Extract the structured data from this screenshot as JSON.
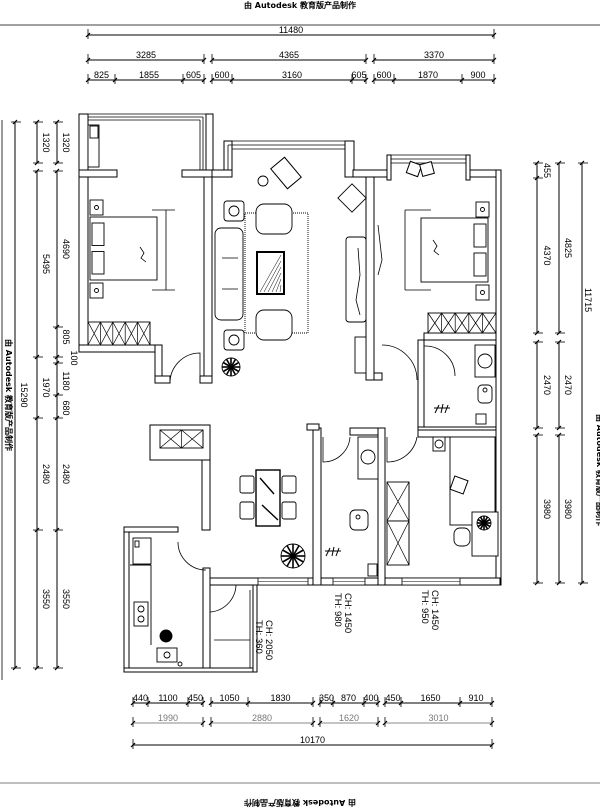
{
  "watermark": "由 Autodesk 教育版产品制作",
  "dims": {
    "top": {
      "total": "11480",
      "mid": [
        "3285",
        "4365",
        "3370"
      ],
      "detail": [
        "825",
        "1855",
        "605",
        "600",
        "3160",
        "605",
        "600",
        "1870",
        "900"
      ]
    },
    "bottom": {
      "detail": [
        "440",
        "1100",
        "450",
        "1050",
        "1830",
        "350",
        "870",
        "400",
        "450",
        "1650",
        "910"
      ],
      "mid": [
        "1990",
        "2880",
        "1620",
        "3010"
      ],
      "total": "10170"
    },
    "left": {
      "inner": [
        "1320",
        "4690",
        "805",
        "100",
        "1180",
        "680",
        "2480",
        "3550"
      ],
      "outer": [
        "1320",
        "5495",
        "1970",
        "2480",
        "3550"
      ],
      "total": "15290"
    },
    "right": {
      "inner": [
        "455",
        "4370",
        "2470",
        "3980"
      ],
      "outer": [
        "4825",
        "2470",
        "3980"
      ],
      "total": "11715"
    }
  },
  "windows": [
    {
      "ch": "CH: 2050",
      "th": "TH: 360"
    },
    {
      "ch": "CH: 1450",
      "th": "TH: 980"
    },
    {
      "ch": "CH: 1450",
      "th": "TH: 950"
    }
  ]
}
